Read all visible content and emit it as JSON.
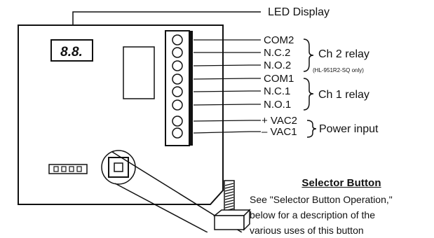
{
  "led": {
    "callout": "LED Display",
    "readout": "8.8."
  },
  "terminals": [
    {
      "id": "com2",
      "label": "COM2"
    },
    {
      "id": "nc2",
      "label": "N.C.2"
    },
    {
      "id": "no2",
      "label": "N.O.2"
    },
    {
      "id": "com1",
      "label": "COM1"
    },
    {
      "id": "nc1",
      "label": "N.C.1"
    },
    {
      "id": "no1",
      "label": "N.O.1"
    },
    {
      "id": "vac2",
      "label": "+ VAC2"
    },
    {
      "id": "vac1",
      "label": "– VAC1"
    }
  ],
  "groups": {
    "ch2": {
      "label": "Ch 2 relay",
      "note": "(HL-951R2-SQ only)"
    },
    "ch1": {
      "label": "Ch 1 relay"
    },
    "power": {
      "label": "Power input"
    }
  },
  "selector": {
    "title": "Selector Button",
    "lines": [
      "See \"Selector Button Operation,\"",
      "below for a description of the",
      "various uses of this button"
    ]
  },
  "colors": {
    "ink": "#111111",
    "background": "#ffffff"
  }
}
